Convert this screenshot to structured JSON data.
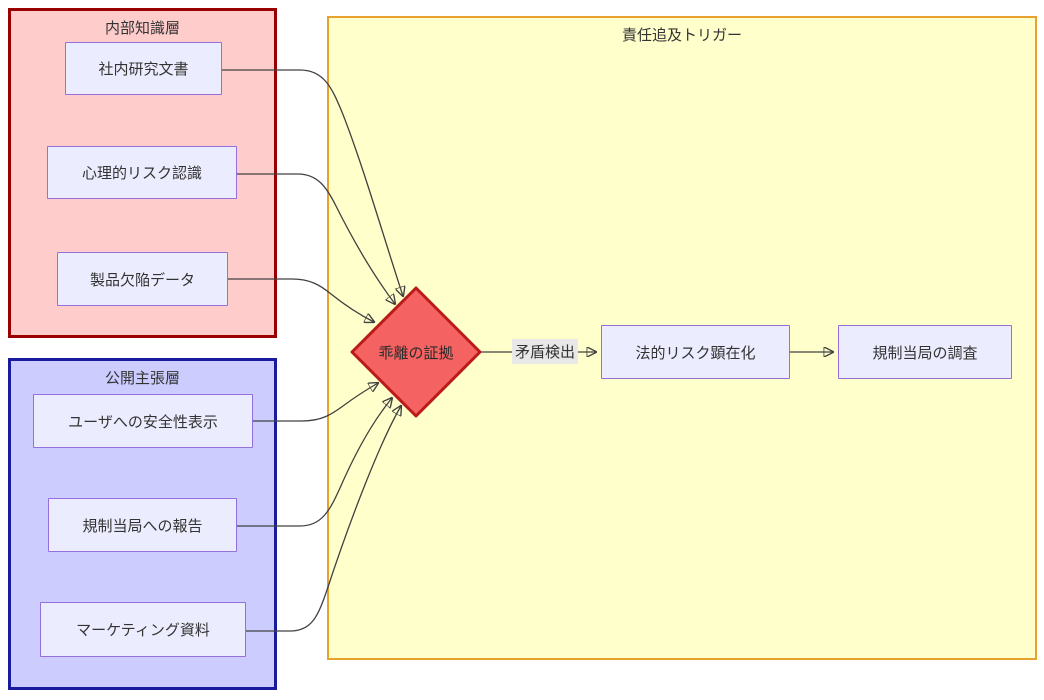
{
  "clusters": {
    "internal": {
      "title": "内部知識層"
    },
    "public": {
      "title": "公開主張層"
    },
    "trigger": {
      "title": "責任追及トリガー"
    }
  },
  "nodes": {
    "internal_docs": {
      "label": "社内研究文書"
    },
    "psych_risk": {
      "label": "心理的リスク認識"
    },
    "defect_data": {
      "label": "製品欠陥データ"
    },
    "user_safety": {
      "label": "ユーザへの安全性表示"
    },
    "regulator_report": {
      "label": "規制当局への報告"
    },
    "marketing": {
      "label": "マーケティング資料"
    },
    "divergence_evidence": {
      "label": "乖離の証拠"
    },
    "legal_risk": {
      "label": "法的リスク顕在化"
    },
    "regulator_investigation": {
      "label": "規制当局の調査"
    }
  },
  "edges": {
    "contradiction_label": "矛盾検出"
  },
  "colors": {
    "internal_fill": "#ffcccc",
    "internal_border": "#990000",
    "public_fill": "#ccccff",
    "public_border": "#1a1a9c",
    "trigger_fill": "#ffffcc",
    "trigger_border": "#e8a02e",
    "node_fill": "#ececff",
    "node_border": "#9370db",
    "diamond_fill": "#f46262",
    "diamond_border": "#bb1a1a",
    "edge_stroke": "#404040",
    "edge_label_bg": "#e8e8e8",
    "text": "#333333"
  }
}
